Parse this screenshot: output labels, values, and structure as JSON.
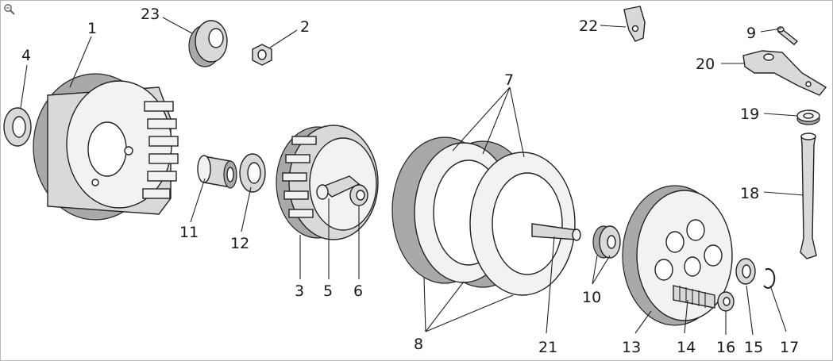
{
  "toolbar": {
    "zoom_icon": "zoom-icon"
  },
  "callouts": [
    {
      "id": "c1",
      "text": "1"
    },
    {
      "id": "c2",
      "text": "2"
    },
    {
      "id": "c3",
      "text": "3"
    },
    {
      "id": "c4",
      "text": "4"
    },
    {
      "id": "c5",
      "text": "5"
    },
    {
      "id": "c6",
      "text": "6"
    },
    {
      "id": "c7",
      "text": "7"
    },
    {
      "id": "c8",
      "text": "8"
    },
    {
      "id": "c9",
      "text": "9"
    },
    {
      "id": "c10",
      "text": "10"
    },
    {
      "id": "c11",
      "text": "11"
    },
    {
      "id": "c12",
      "text": "12"
    },
    {
      "id": "c13",
      "text": "13"
    },
    {
      "id": "c14",
      "text": "14"
    },
    {
      "id": "c15",
      "text": "15"
    },
    {
      "id": "c16",
      "text": "16"
    },
    {
      "id": "c17",
      "text": "17"
    },
    {
      "id": "c18",
      "text": "18"
    },
    {
      "id": "c19",
      "text": "19"
    },
    {
      "id": "c20",
      "text": "20"
    },
    {
      "id": "c21",
      "text": "21"
    },
    {
      "id": "c22",
      "text": "22"
    },
    {
      "id": "c23",
      "text": "23"
    }
  ]
}
